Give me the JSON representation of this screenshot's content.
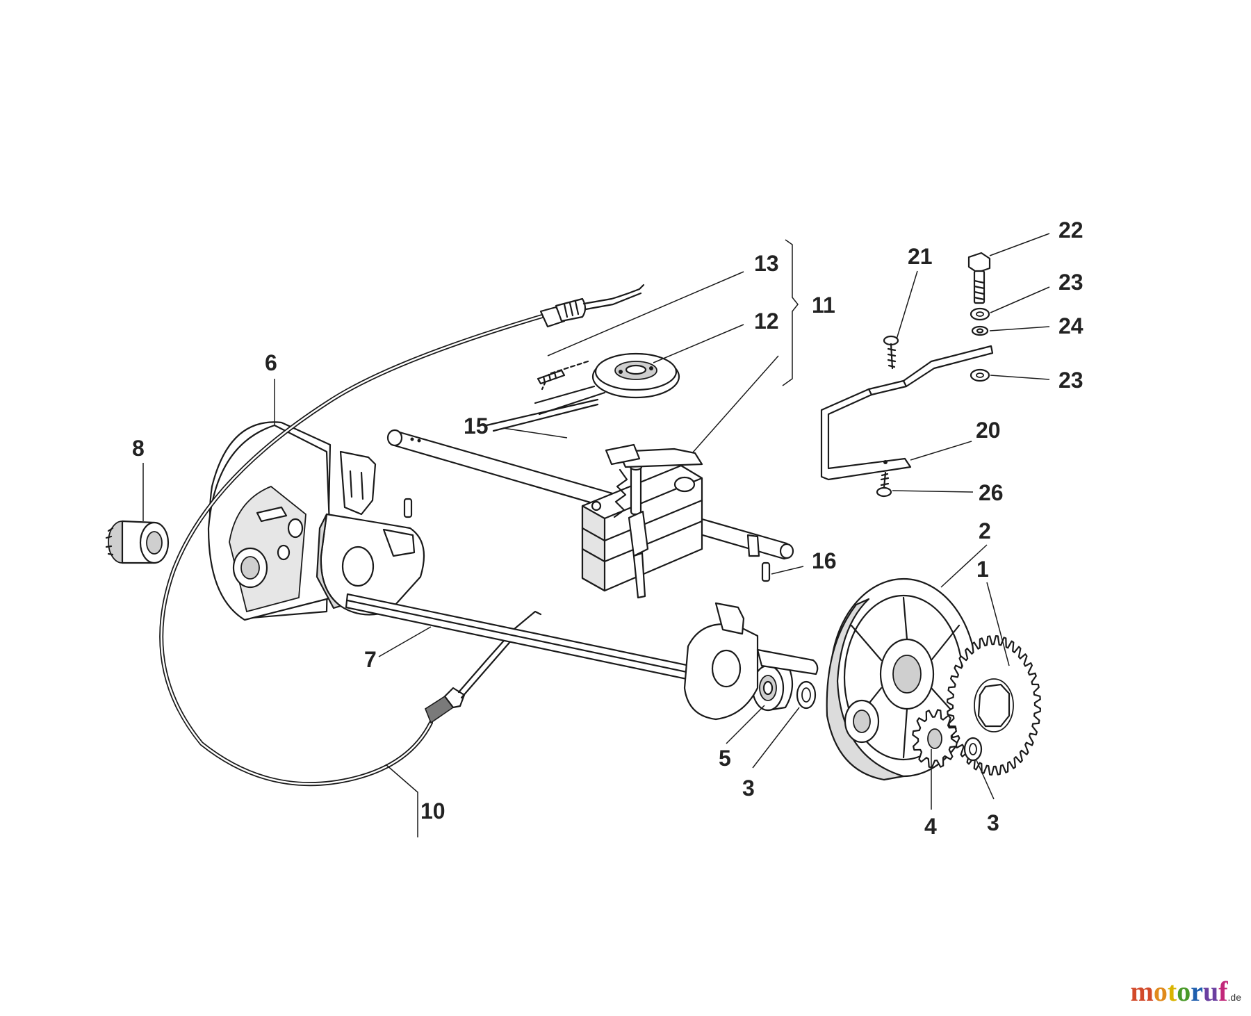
{
  "diagram": {
    "callouts": [
      "1",
      "2",
      "3",
      "3",
      "4",
      "5",
      "6",
      "7",
      "8",
      "10",
      "11",
      "12",
      "13",
      "15",
      "16",
      "20",
      "21",
      "22",
      "23",
      "23",
      "24",
      "26"
    ]
  },
  "watermark": {
    "letters": [
      {
        "char": "m",
        "color": "#d24a2a"
      },
      {
        "char": "o",
        "color": "#e08a1c"
      },
      {
        "char": "t",
        "color": "#d9b400"
      },
      {
        "char": "o",
        "color": "#4a9a2a"
      },
      {
        "char": "r",
        "color": "#1f5fae"
      },
      {
        "char": "u",
        "color": "#6a3fa0"
      },
      {
        "char": "f",
        "color": "#c2287a"
      }
    ],
    "domain": ".de"
  }
}
